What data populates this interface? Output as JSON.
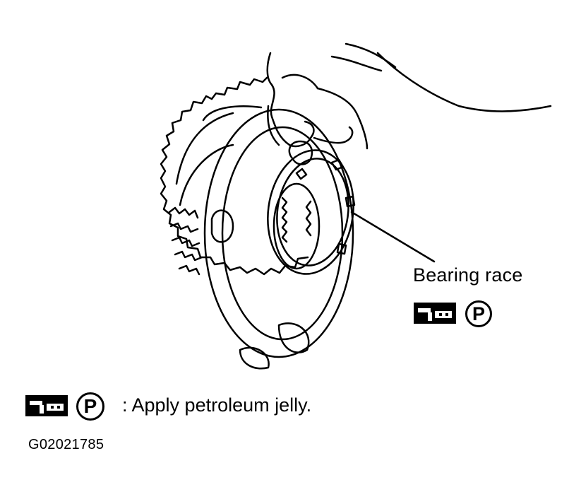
{
  "callout": {
    "label": "Bearing race",
    "symbol_letter": "P",
    "tool_icon": "grease-gun-icon"
  },
  "legend": {
    "symbol_letter": "P",
    "text": ": Apply petroleum jelly.",
    "tool_icon": "grease-gun-icon"
  },
  "figure_id": "G02021785",
  "colors": {
    "ink": "#000000",
    "background": "#ffffff"
  }
}
